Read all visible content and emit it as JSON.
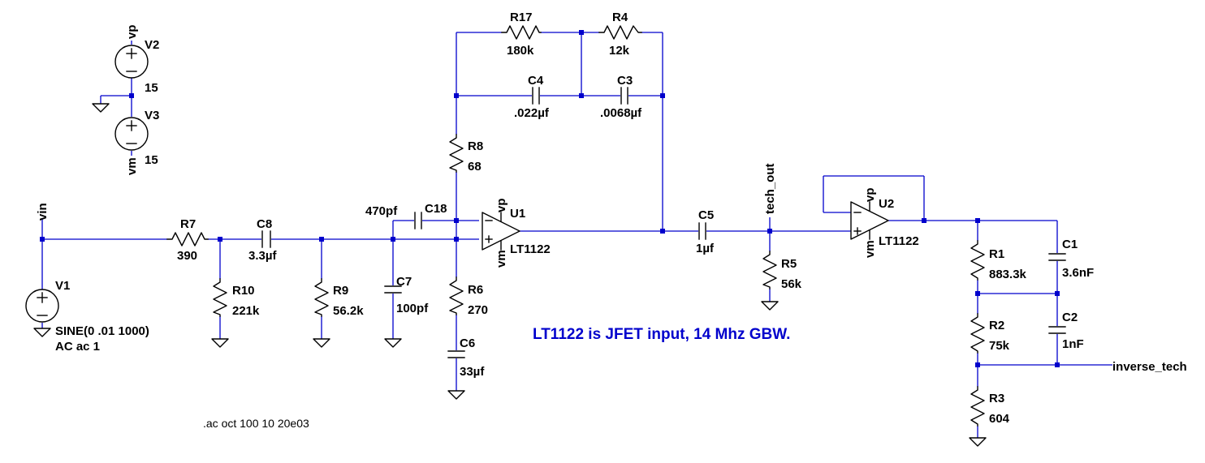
{
  "labels": {
    "V2": "V2",
    "V2_val": "15",
    "V3": "V3",
    "V3_val": "15",
    "V1": "V1",
    "V1_src": "SINE(0 .01 1000)",
    "V1_ac": "AC ac 1",
    "vp1": "vp",
    "vm1": "vm",
    "vin": "vin",
    "R7": "R7",
    "R7_val": "390",
    "C8": "C8",
    "C8_val": "3.3µf",
    "R10": "R10",
    "R10_val": "221k",
    "R9": "R9",
    "R9_val": "56.2k",
    "C7": "C7",
    "C7_val": "100pf",
    "C18": "C18",
    "C18_val": "470pf",
    "R17": "R17",
    "R17_val": "180k",
    "R4": "R4",
    "R4_val": "12k",
    "C4": "C4",
    "C4_val": ".022µf",
    "C3": "C3",
    "C3_val": ".0068µf",
    "R8": "R8",
    "R8_val": "68",
    "R6": "R6",
    "R6_val": "270",
    "C6": "C6",
    "C6_val": "33µf",
    "U1": "U1",
    "U1_part": "LT1122",
    "U1_vp": "vp",
    "U1_vm": "vm",
    "C5": "C5",
    "C5_val": "1µf",
    "tech_out": "tech_out",
    "R5": "R5",
    "R5_val": "56k",
    "U2": "U2",
    "U2_part": "LT1122",
    "U2_vp": "vp",
    "U2_vm": "vm",
    "R1": "R1",
    "R1_val": "883.3k",
    "R2": "R2",
    "R2_val": "75k",
    "R3": "R3",
    "R3_val": "604",
    "C1": "C1",
    "C1_val": "3.6nF",
    "C2": "C2",
    "C2_val": "1nF",
    "inverse_tech": "inverse_tech",
    "note": "LT1122 is JFET input, 14 Mhz GBW.",
    "directive": ".ac oct 100 10 20e03"
  },
  "colors": {
    "wire": "#0000cc",
    "component": "#000000",
    "note": "#0000cc",
    "background": "#ffffff"
  }
}
